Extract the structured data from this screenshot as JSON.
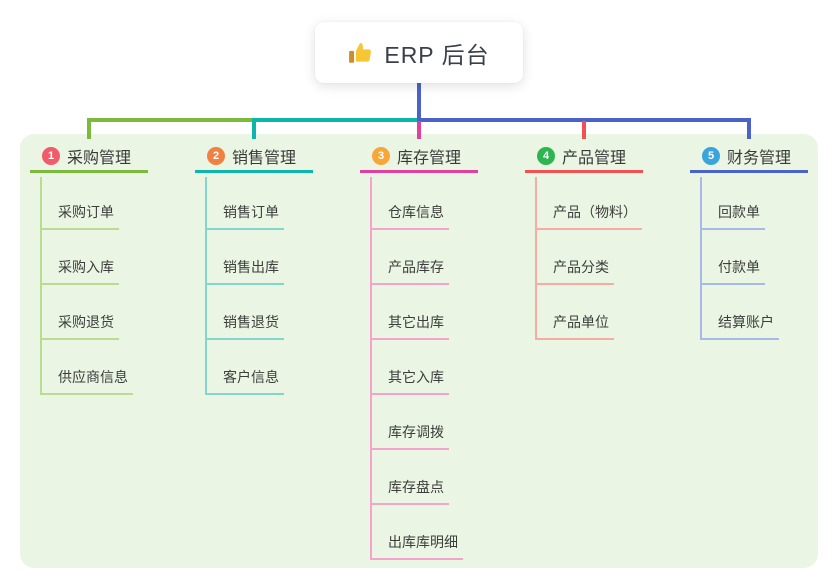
{
  "root": {
    "label": "ERP 后台",
    "icon": "thumbs-up"
  },
  "connector_colors": {
    "root_drop": "#4a63c8",
    "bus_segments": [
      "#7cba3d",
      "#0cb6ab",
      "#4a63c8"
    ]
  },
  "panel_color": "#eaf6e3",
  "branches": [
    {
      "num": "1",
      "label": "采购管理",
      "badge_color": "#f05c6a",
      "line_color": "#7cba3d",
      "light_color": "#b9dd90",
      "children": [
        "采购订单",
        "采购入库",
        "采购退货",
        "供应商信息"
      ]
    },
    {
      "num": "2",
      "label": "销售管理",
      "badge_color": "#f08143",
      "line_color": "#0cb6ab",
      "light_color": "#84d6cc",
      "children": [
        "销售订单",
        "销售出库",
        "销售退货",
        "客户信息"
      ]
    },
    {
      "num": "3",
      "label": "库存管理",
      "badge_color": "#f7a73a",
      "line_color": "#e0409e",
      "light_color": "#f2a4cd",
      "children": [
        "仓库信息",
        "产品库存",
        "其它出库",
        "其它入库",
        "库存调拨",
        "库存盘点",
        "出库库明细"
      ]
    },
    {
      "num": "4",
      "label": "产品管理",
      "badge_color": "#2eb450",
      "line_color": "#f15151",
      "light_color": "#f8aaa5",
      "children": [
        "产品（物料）",
        "产品分类",
        "产品单位"
      ]
    },
    {
      "num": "5",
      "label": "财务管理",
      "badge_color": "#3aa5dc",
      "line_color": "#4a63c8",
      "light_color": "#a6b9e8",
      "children": [
        "回款单",
        "付款单",
        "结算账户"
      ]
    }
  ]
}
